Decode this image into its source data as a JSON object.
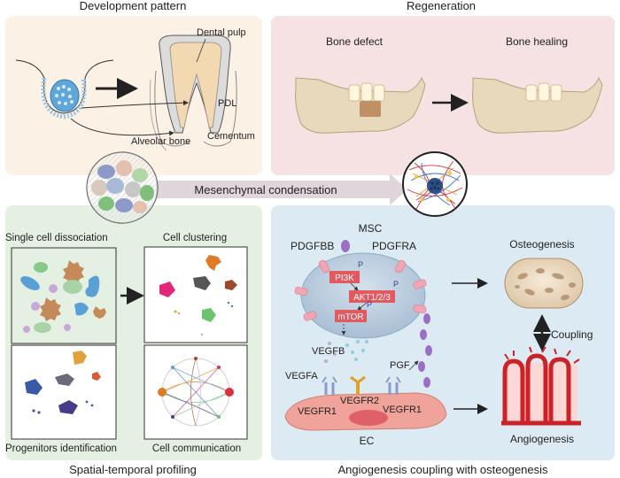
{
  "panels": {
    "development": {
      "title": "Development pattern"
    },
    "regeneration": {
      "title": "Regeneration"
    },
    "profiling": {
      "title": "Spatial-temporal profiling"
    },
    "angiogenesis": {
      "title": "Angiogenesis coupling with osteogenesis"
    }
  },
  "development": {
    "dental_pulp": "Dental pulp",
    "pdl": "PDL",
    "alveolar_bone": "Alveolar bone",
    "cementum": "Cementum"
  },
  "regeneration": {
    "bone_defect": "Bone defect",
    "bone_healing": "Bone healing"
  },
  "center": {
    "label": "Mesenchymal condensation"
  },
  "profiling": {
    "single_cell": "Single cell dissociation",
    "clustering": "Cell clustering",
    "progenitors": "Progenitors identification",
    "communication": "Cell communication"
  },
  "signaling": {
    "msc": "MSC",
    "pdgfbb": "PDGFBB",
    "pdgfra": "PDGFRA",
    "p": "P",
    "pi3k": "PI3K",
    "akt": "AKT1/2/3",
    "mtor": "mTOR",
    "vegfb": "VEGFB",
    "vegfa": "VEGFA",
    "pgf": "PGF",
    "vegfr2": "VEGFR2",
    "vegfr1_left": "VEGFR1",
    "vegfr1_right": "VEGFR1",
    "ec": "EC",
    "osteogenesis": "Osteogenesis",
    "coupling": "Coupling",
    "angiogenesis": "Angiogenesis"
  },
  "colors": {
    "development_bg": "#fbf1e4",
    "regeneration_bg": "#f6e1e3",
    "profiling_bg": "#e4f1e2",
    "angiogenesis_bg": "#dcebf3",
    "kinase_box": "#e25a60",
    "ec_cell": "#f0a39a",
    "vessel_red": "#cc2127"
  }
}
